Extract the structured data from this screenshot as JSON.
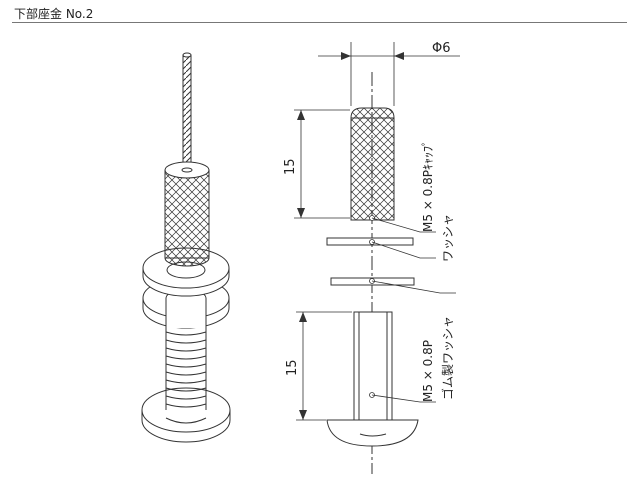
{
  "header": {
    "title": "下部座金 No.2"
  },
  "dimensions": {
    "diameter": "Φ6",
    "height_top": "15",
    "height_bottom": "15"
  },
  "callouts": {
    "cap_nut": "M5 × 0.8Pｷｬｯﾌﾟ",
    "washer": "ワッシャ",
    "rubber_washer": "ゴム製ワッシャ",
    "screw": "M5 × 0.8P"
  }
}
